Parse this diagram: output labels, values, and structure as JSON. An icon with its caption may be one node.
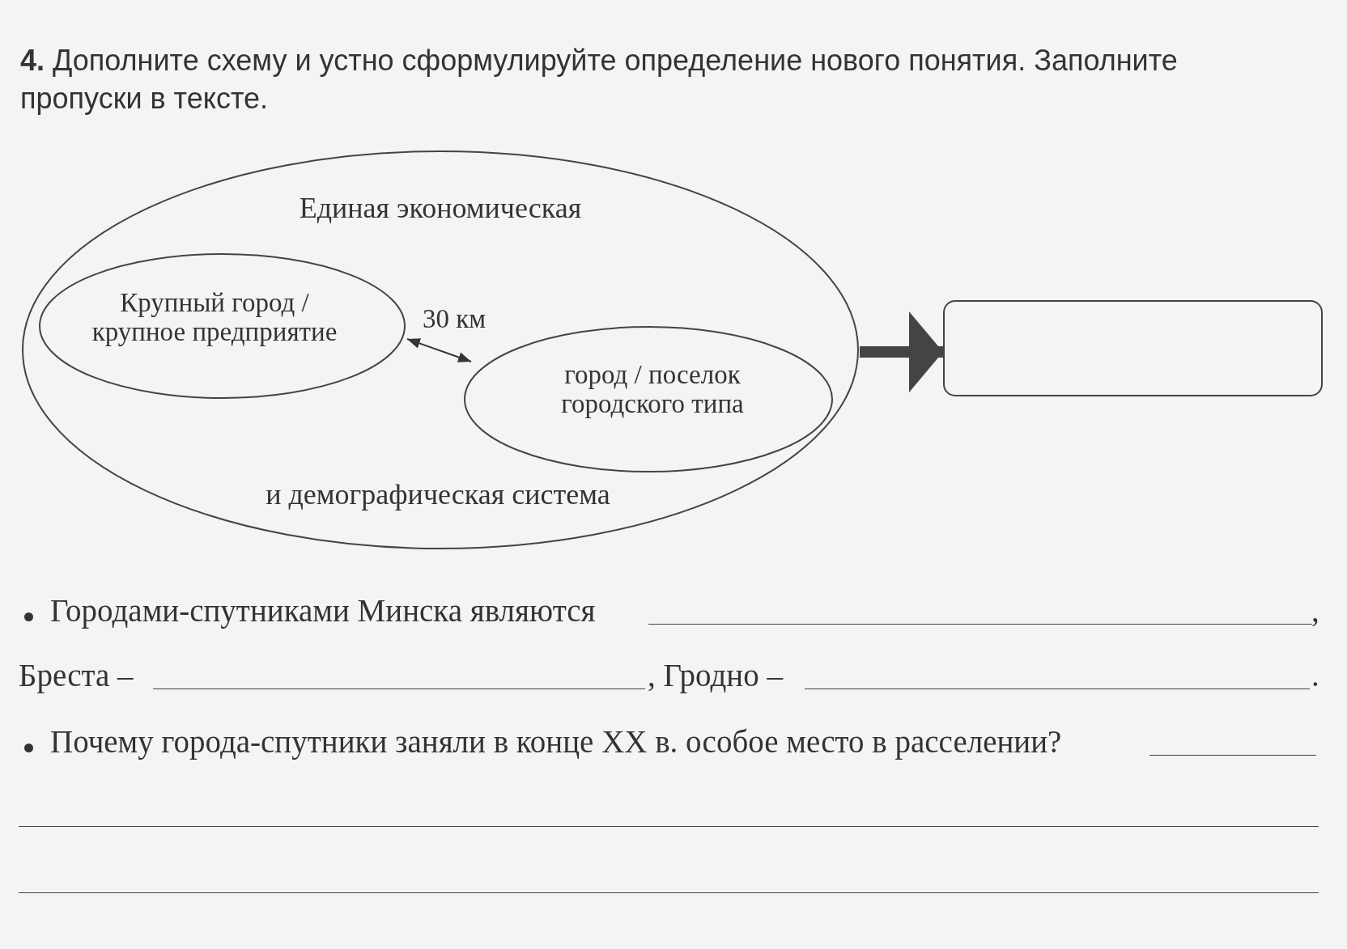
{
  "diagram": {
    "title": "**4.** Дополните схему и устно сформулируйте определение нового понятия. Заполните пропуски в тексте.",
    "nodes": [
      {
        "text": [
          "Единая экономическая",
          "и демографическая система"
        ]
      },
      {
        "text": [
          "Крупный город / крупное предприятие"
        ],
        "in": 0
      },
      {
        "text": [
          "город / поселок городского типа"
        ],
        "in": 0
      },
      {
        "text": [],
        "shape": "box"
      }
    ],
    "edges": [
      {
        "from": 1,
        "to": 2,
        "arrow": "both",
        "label": "30 км"
      },
      {
        "from": 0,
        "to": 3,
        "arrow": "to",
        "style": "thick"
      }
    ],
    "labels": [
      "Городами-спутниками Минска являются",
      ",",
      "Бреста –",
      ", Гродно –",
      ".",
      "Почему города-спутники заняли в конце XX в. особое место в расселении?"
    ]
  }
}
